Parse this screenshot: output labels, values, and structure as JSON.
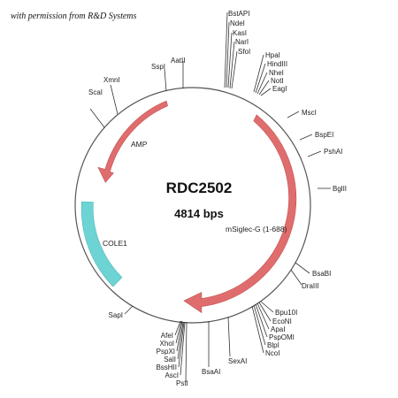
{
  "permission_note": "with permission from R&D Systems",
  "plasmid": {
    "name": "RDC2502",
    "size_label": "4814 bps"
  },
  "colors": {
    "backbone": "#555555",
    "amp": "#e06d6d",
    "insert": "#e06d6d",
    "cole1": "#6ed3d3"
  },
  "features": [
    {
      "id": "amp",
      "label": "AMP",
      "color": "#e06d6d",
      "kind": "arrow"
    },
    {
      "id": "insert",
      "label": "mSiglec-G (1-688)",
      "color": "#e06d6d",
      "kind": "arrow"
    },
    {
      "id": "cole1",
      "label": "COLE1",
      "color": "#6ed3d3",
      "kind": "box"
    }
  ],
  "sites": [
    {
      "id": "bstapi",
      "label": "BstAPI"
    },
    {
      "id": "ndei",
      "label": "NdeI"
    },
    {
      "id": "kasi",
      "label": "KasI"
    },
    {
      "id": "nari",
      "label": "NarI"
    },
    {
      "id": "sfoi",
      "label": "SfoI"
    },
    {
      "id": "hpai",
      "label": "HpaI"
    },
    {
      "id": "hindiii",
      "label": "HindIII"
    },
    {
      "id": "nhei",
      "label": "NheI"
    },
    {
      "id": "noti",
      "label": "NotI"
    },
    {
      "id": "eagi",
      "label": "EagI"
    },
    {
      "id": "msci",
      "label": "MscI"
    },
    {
      "id": "bspei",
      "label": "BspEI"
    },
    {
      "id": "pshai",
      "label": "PshAI"
    },
    {
      "id": "bglii",
      "label": "BglII"
    },
    {
      "id": "bsabi",
      "label": "BsaBI"
    },
    {
      "id": "draiii",
      "label": "DraIII"
    },
    {
      "id": "bpu10i",
      "label": "Bpu10I"
    },
    {
      "id": "econi",
      "label": "EcoNI"
    },
    {
      "id": "apai",
      "label": "ApaI"
    },
    {
      "id": "psppomi",
      "label": "PspOMI"
    },
    {
      "id": "blpi",
      "label": "BlpI"
    },
    {
      "id": "ncoi",
      "label": "NcoI"
    },
    {
      "id": "sexai",
      "label": "SexAI"
    },
    {
      "id": "bsaai",
      "label": "BsaAI"
    },
    {
      "id": "psti",
      "label": "PstI"
    },
    {
      "id": "asci",
      "label": "AscI"
    },
    {
      "id": "bsshii",
      "label": "BssHII"
    },
    {
      "id": "sali",
      "label": "SalI"
    },
    {
      "id": "pspxi",
      "label": "PspXI"
    },
    {
      "id": "xhoi",
      "label": "XhoI"
    },
    {
      "id": "afei",
      "label": "AfeI"
    },
    {
      "id": "sapi",
      "label": "SapI"
    },
    {
      "id": "scai",
      "label": "ScaI"
    },
    {
      "id": "xmni",
      "label": "XmnI"
    },
    {
      "id": "sspi",
      "label": "SspI"
    },
    {
      "id": "aatii",
      "label": "AatII"
    }
  ]
}
